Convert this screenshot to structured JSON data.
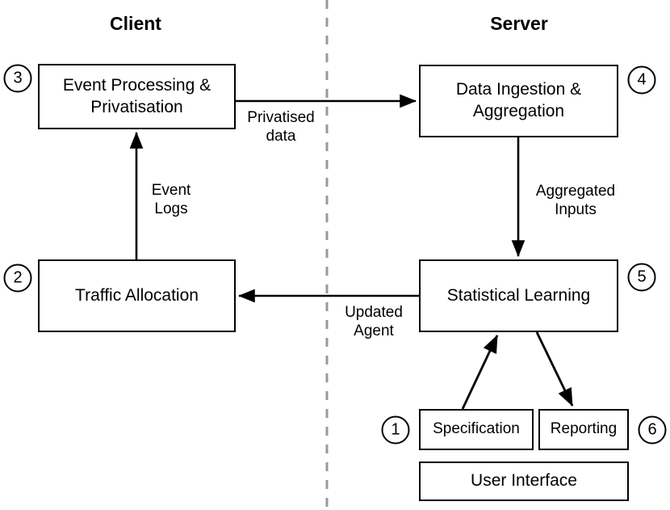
{
  "diagram": {
    "title_client": "Client",
    "title_server": "Server",
    "divider": {
      "name": "client-server-divider",
      "color": "#999999",
      "style": "dashed-vertical"
    },
    "stroke_color": "#000000",
    "background": "#ffffff"
  },
  "nodes": [
    {
      "id": "event-processing",
      "label": "Event Processing &\nPrivatisation",
      "badge": "3",
      "side": "client"
    },
    {
      "id": "traffic-allocation",
      "label": "Traffic Allocation",
      "badge": "2",
      "side": "client"
    },
    {
      "id": "data-ingestion",
      "label": "Data Ingestion &\nAggregation",
      "badge": "4",
      "side": "server"
    },
    {
      "id": "statistical-learning",
      "label": "Statistical Learning",
      "badge": "5",
      "side": "server"
    },
    {
      "id": "specification",
      "label": "Specification",
      "badge": "1",
      "side": "server"
    },
    {
      "id": "reporting",
      "label": "Reporting",
      "badge": "6",
      "side": "server"
    },
    {
      "id": "user-interface",
      "label": "User Interface",
      "badge": "",
      "side": "server"
    }
  ],
  "edges": [
    {
      "id": "privatised-data",
      "label": "Privatised\ndata",
      "from": "event-processing",
      "to": "data-ingestion"
    },
    {
      "id": "event-logs",
      "label": "Event\nLogs",
      "from": "traffic-allocation",
      "to": "event-processing"
    },
    {
      "id": "aggregated-inputs",
      "label": "Aggregated\nInputs",
      "from": "data-ingestion",
      "to": "statistical-learning"
    },
    {
      "id": "updated-agent",
      "label": "Updated\nAgent",
      "from": "statistical-learning",
      "to": "traffic-allocation"
    },
    {
      "id": "specification-to-learning",
      "label": "",
      "from": "specification",
      "to": "statistical-learning"
    },
    {
      "id": "learning-to-reporting",
      "label": "",
      "from": "statistical-learning",
      "to": "reporting"
    }
  ]
}
